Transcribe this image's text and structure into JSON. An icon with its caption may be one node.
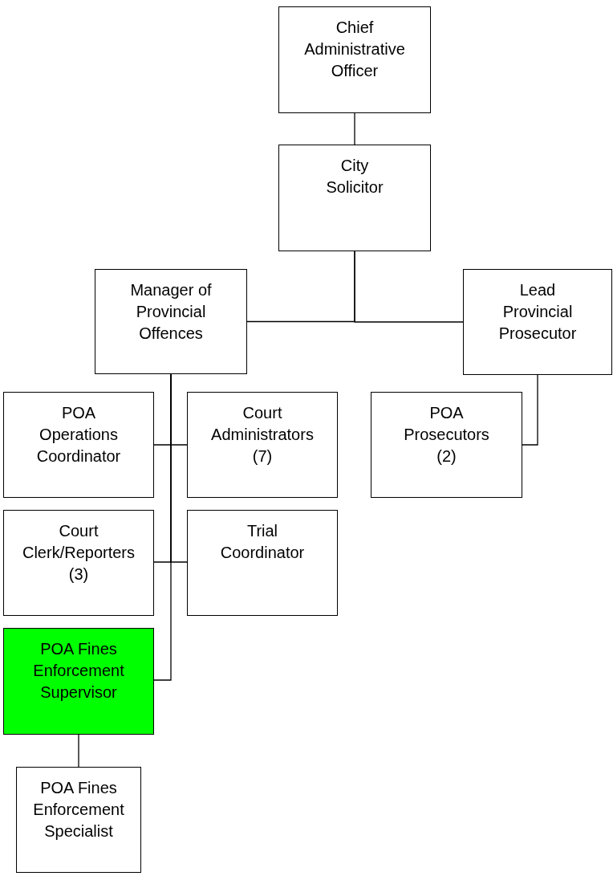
{
  "diagram": {
    "nodes": [
      {
        "text": [
          "Chief Administrative Officer"
        ]
      },
      {
        "text": [
          "City Solicitor"
        ]
      },
      {
        "text": [
          "Manager of Provincial Offences"
        ]
      },
      {
        "text": [
          "Lead Provincial Prosecutor"
        ]
      },
      {
        "text": [
          "POA Operations Coordinator"
        ]
      },
      {
        "text": [
          "Court Administrators (7)"
        ]
      },
      {
        "text": [
          "POA Prosecutors (2)"
        ]
      },
      {
        "text": [
          "Court Clerk/Reporters (3)"
        ]
      },
      {
        "text": [
          "Trial Coordinator"
        ]
      },
      {
        "text": [
          "POA Fines Enforcement Supervisor"
        ]
      },
      {
        "text": [
          "POA Fines Enforcement Specialist"
        ]
      }
    ],
    "edges": [
      {
        "from": 0,
        "to": 1,
        "arrow": "none"
      },
      {
        "from": 1,
        "to": 2,
        "arrow": "none"
      },
      {
        "from": 1,
        "to": 3,
        "arrow": "none"
      },
      {
        "from": 2,
        "to": 4,
        "arrow": "none"
      },
      {
        "from": 2,
        "to": 5,
        "arrow": "none"
      },
      {
        "from": 2,
        "to": 7,
        "arrow": "none"
      },
      {
        "from": 2,
        "to": 8,
        "arrow": "none"
      },
      {
        "from": 2,
        "to": 9,
        "arrow": "none"
      },
      {
        "from": 3,
        "to": 6,
        "arrow": "none"
      },
      {
        "from": 9,
        "to": 10,
        "arrow": "none"
      }
    ]
  }
}
